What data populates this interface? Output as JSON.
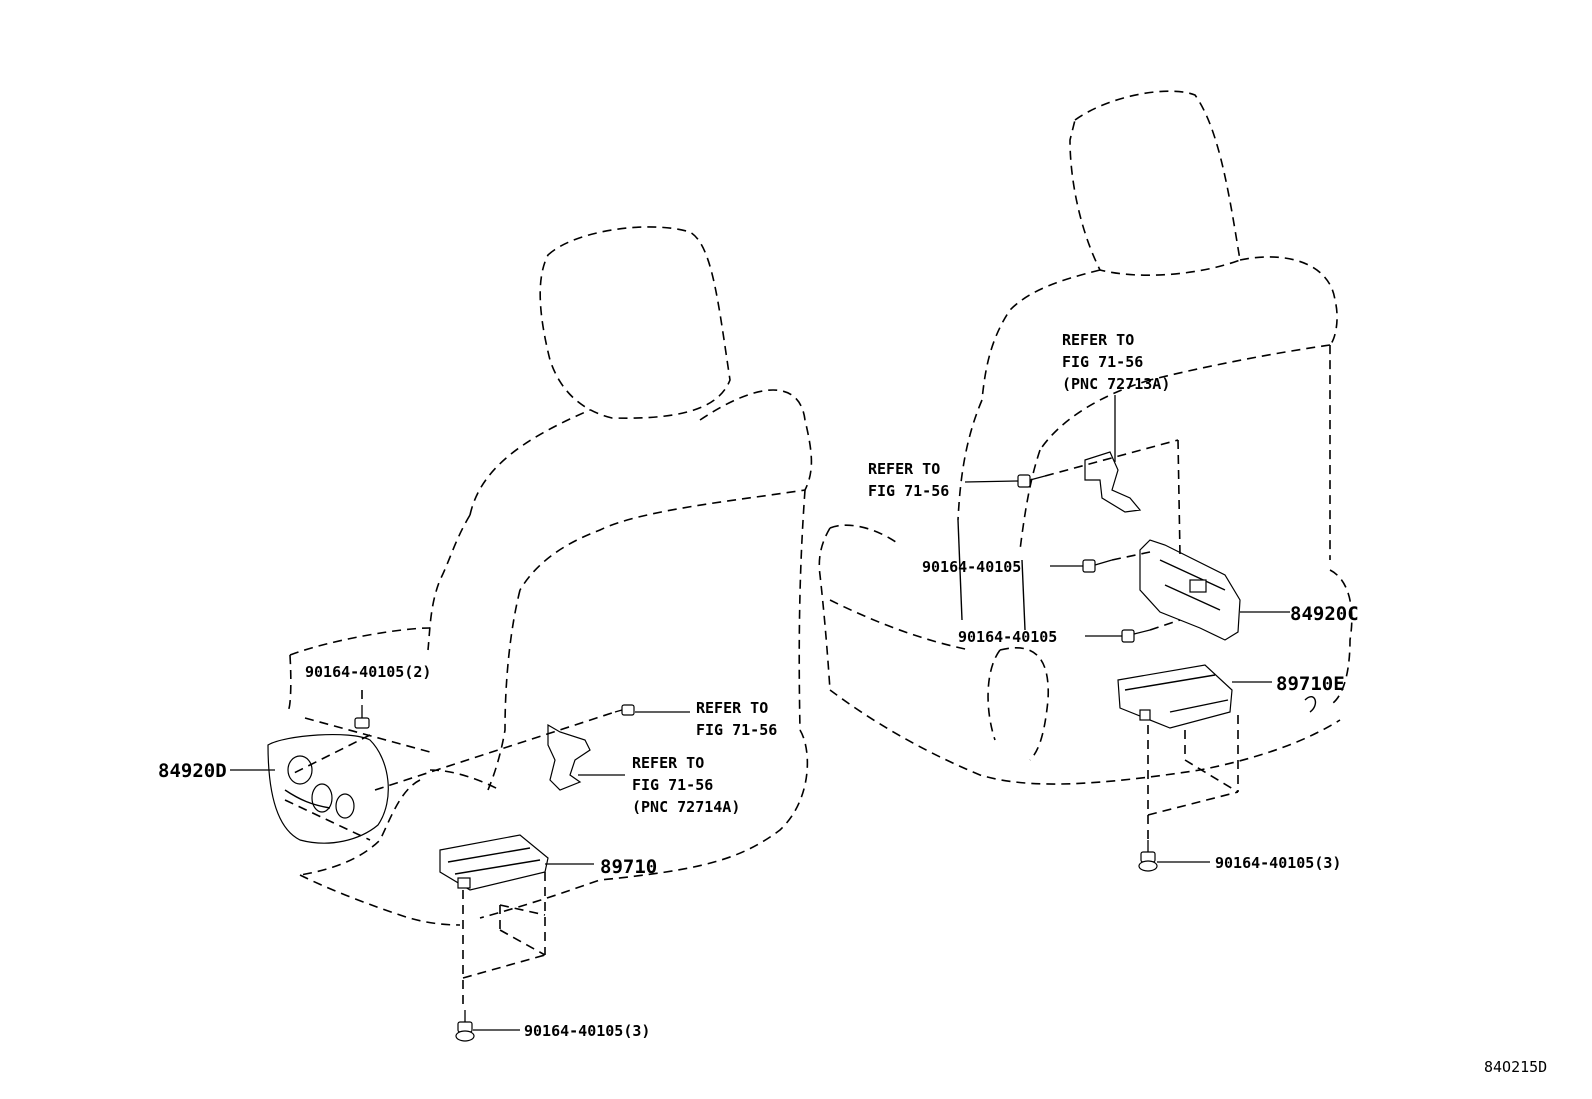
{
  "diagram": {
    "code": "84O215D",
    "left_seat": {
      "callouts": {
        "bolt_top": "90164-40105(2)",
        "switch": "84920D",
        "refer_bolt_line1": "REFER TO",
        "refer_bolt_line2": "FIG 71-56",
        "refer_bracket_line1": "REFER TO",
        "refer_bracket_line2": "FIG 71-56",
        "refer_bracket_line3": "(PNC 72714A)",
        "ecu": "89710",
        "bolt_bottom": "90164-40105(3)"
      }
    },
    "right_seat": {
      "callouts": {
        "refer_bracket_line1": "REFER TO",
        "refer_bracket_line2": "FIG 71-56",
        "refer_bracket_line3": "(PNC 72713A)",
        "refer_bolt_line1": "REFER TO",
        "refer_bolt_line2": "FIG 71-56",
        "bolt_upper": "90164-40105",
        "bolt_lower": "90164-40105",
        "switch": "84920C",
        "ecu": "89710E",
        "bolt_bottom": "90164-40105(3)"
      }
    }
  }
}
